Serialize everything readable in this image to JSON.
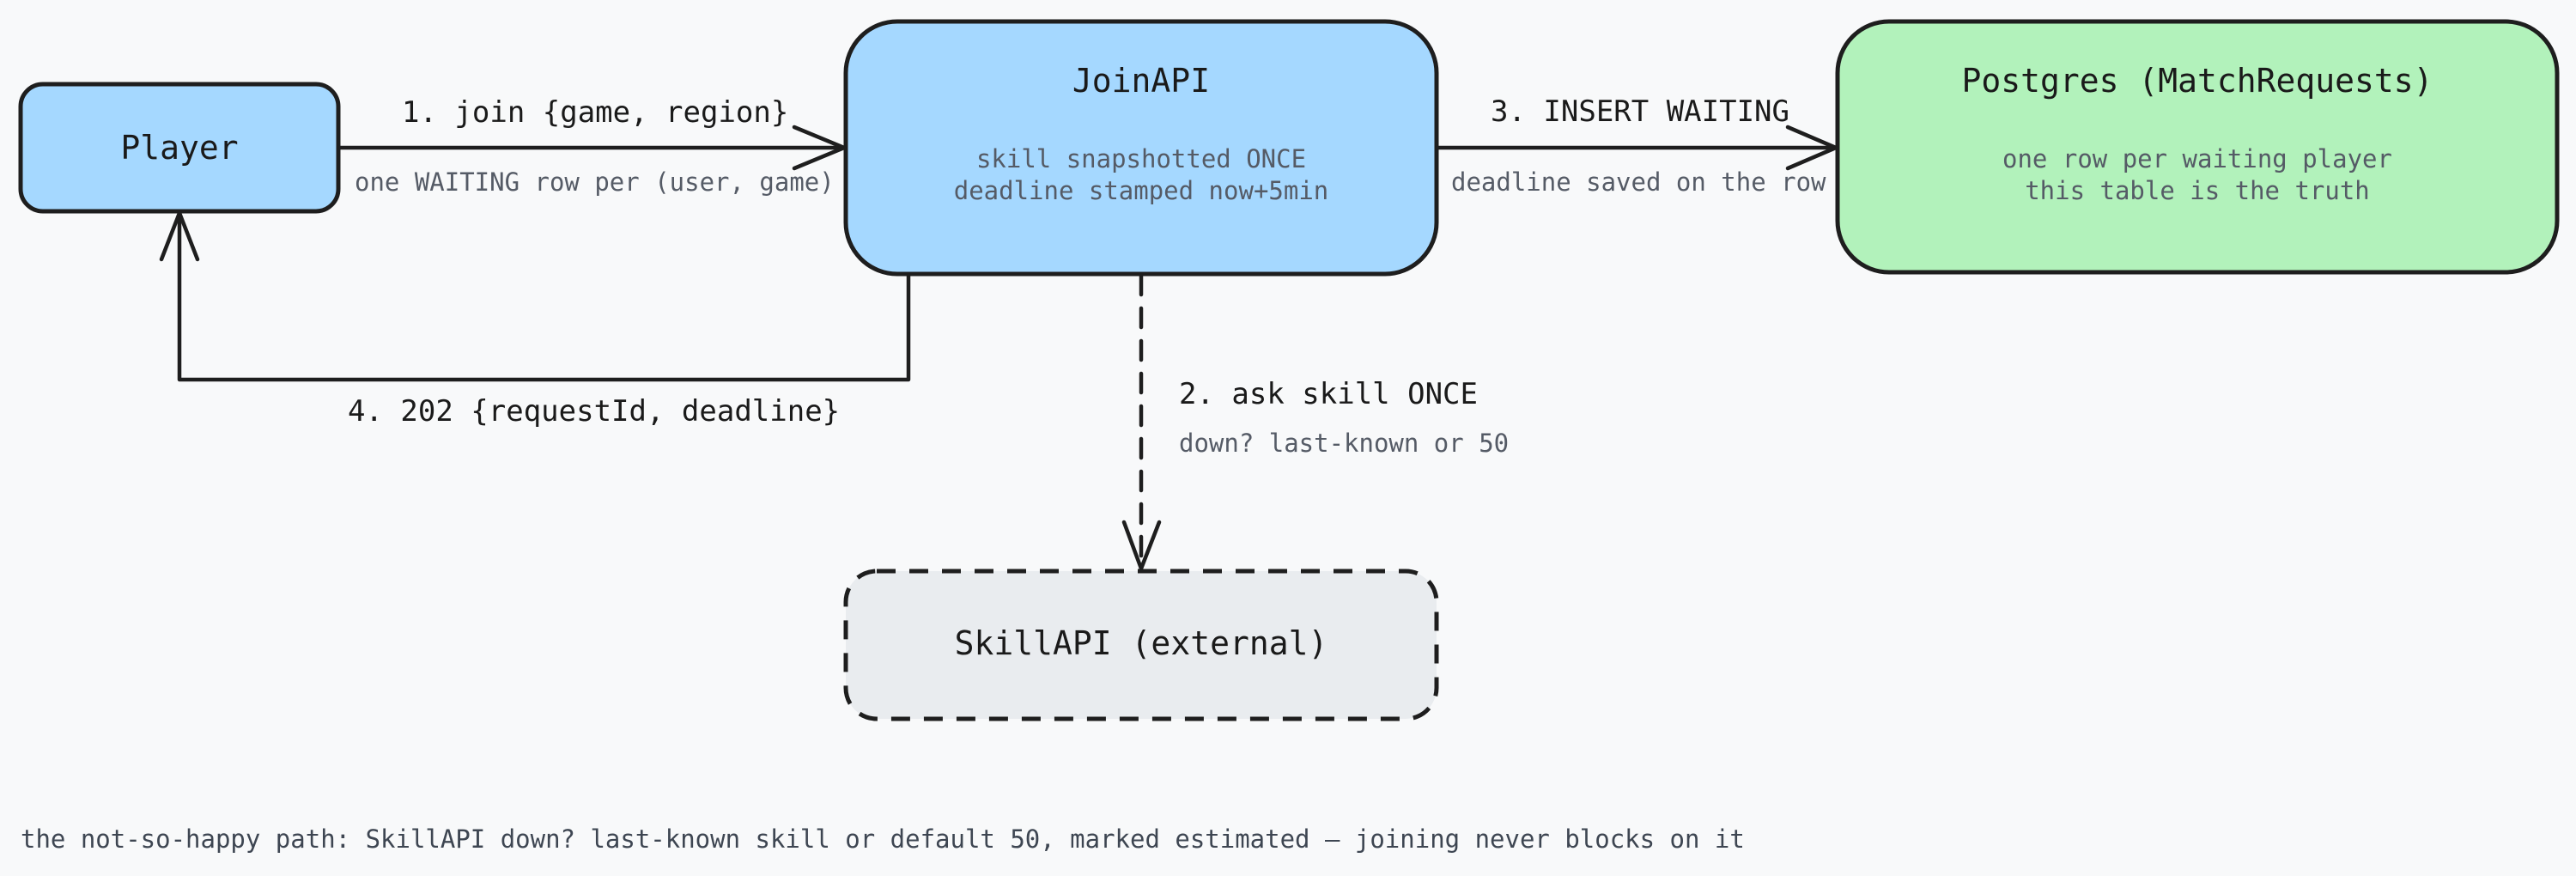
{
  "colors": {
    "client": "#a5d8ff",
    "service": "#a5d8ff",
    "database": "#b2f2bb",
    "external": "#e9ecef",
    "stroke": "#1e1e1e",
    "note_text": "#555b66"
  },
  "nodes": {
    "player": {
      "title": "Player"
    },
    "joinapi": {
      "title": "JoinAPI",
      "notes": [
        "skill snapshotted ONCE",
        "deadline stamped now+5min"
      ]
    },
    "postgres": {
      "title": "Postgres (MatchRequests)",
      "notes": [
        "one row per waiting player",
        "this table is the truth"
      ]
    },
    "skillapi": {
      "title": "SkillAPI (external)"
    }
  },
  "edges": {
    "join": {
      "label": "1. join {game, region}",
      "note": "one WAITING row per (user, game)"
    },
    "ask_skill": {
      "label": "2. ask skill ONCE",
      "note": "down? last-known or 50"
    },
    "insert": {
      "label": "3. INSERT WAITING",
      "note": "deadline saved on the row"
    },
    "response": {
      "label": "4. 202 {requestId, deadline}"
    }
  },
  "footer": "the not-so-happy path: SkillAPI down? last-known skill or default 50, marked estimated – joining never blocks on it"
}
